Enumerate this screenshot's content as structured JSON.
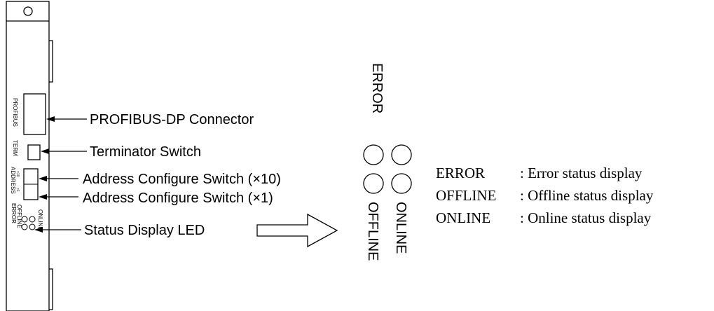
{
  "module_labels": {
    "connector": "PROFIBUS",
    "term": "TERM",
    "address": "ADDRESS",
    "x10": "×10",
    "x1": "×1",
    "error": "ERROR",
    "offline": "OFFLINE",
    "online": "ONLINE"
  },
  "callouts": {
    "connector": "PROFIBUS-DP Connector",
    "terminator": "Terminator Switch",
    "address_x10": "Address Configure Switch (×10)",
    "address_x1": "Address Configure Switch (×1)",
    "status_led": "Status Display LED"
  },
  "enlarged_leds": {
    "error": "ERROR",
    "offline": "OFFLINE",
    "online": "ONLINE"
  },
  "legend": [
    {
      "name": "ERROR",
      "desc": ": Error status display"
    },
    {
      "name": "OFFLINE",
      "desc": ": Offline status display"
    },
    {
      "name": "ONLINE",
      "desc": ": Online status display"
    }
  ]
}
